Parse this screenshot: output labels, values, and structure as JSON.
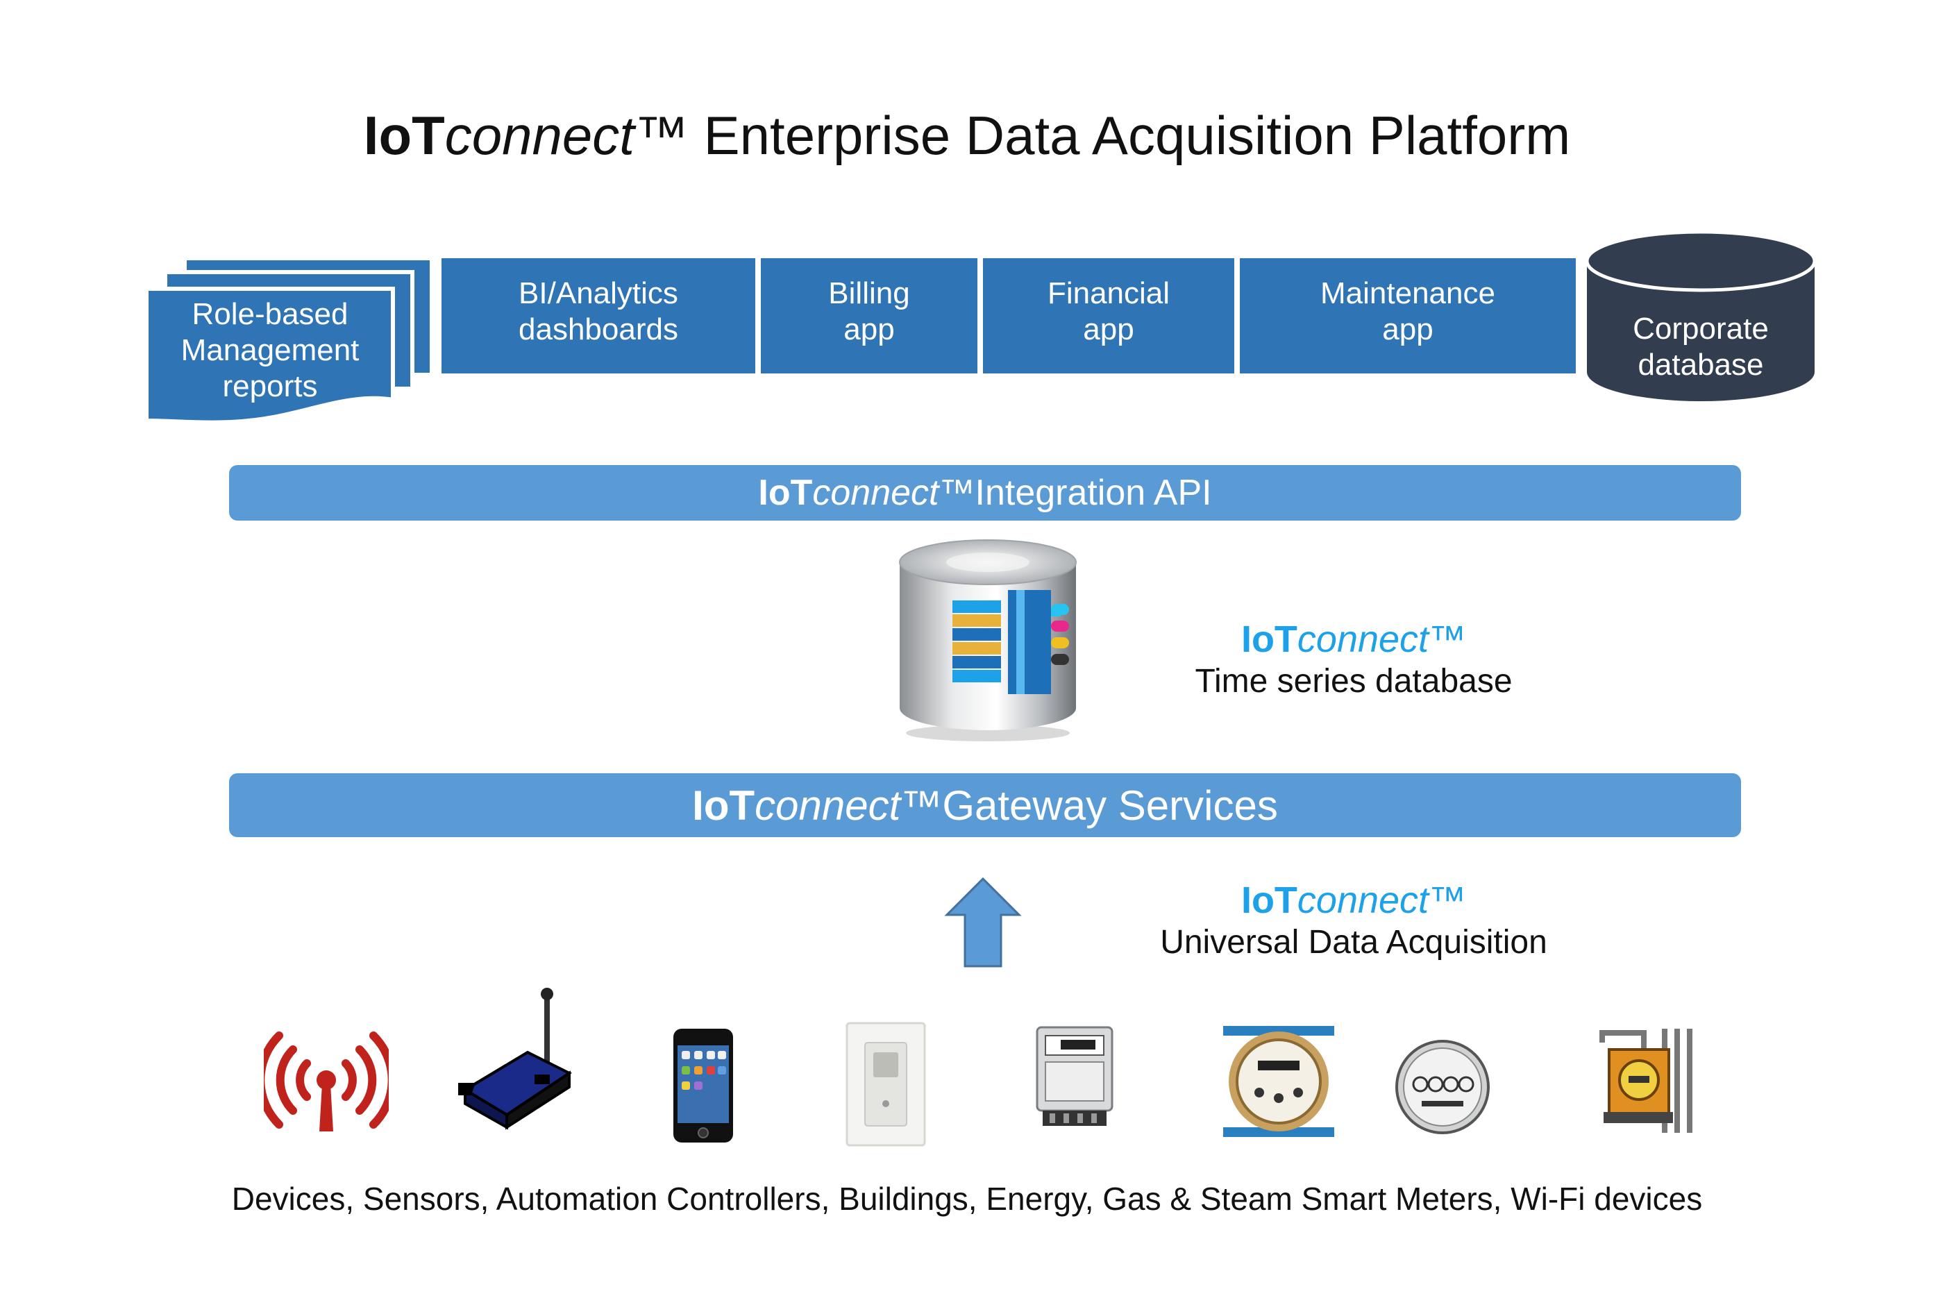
{
  "title": {
    "brand_bold": "IoT",
    "brand_italic": "connect",
    "brand_tm": "™",
    "rest": " Enterprise Data Acquisition Platform"
  },
  "apps": {
    "reports": {
      "line1": "Role-based",
      "line2": "Management",
      "line3": "reports"
    },
    "bi": {
      "line1": "BI/Analytics",
      "line2": "dashboards"
    },
    "billing": {
      "line1": "Billing",
      "line2": "app"
    },
    "financial": {
      "line1": "Financial",
      "line2": "app"
    },
    "maintenance": {
      "line1": "Maintenance",
      "line2": "app"
    },
    "corporate_db": {
      "line1": "Corporate",
      "line2": "database"
    }
  },
  "integration_api": {
    "brand_bold": "IoT",
    "brand_italic": "connect",
    "brand_tm": "™",
    "rest": " Integration API"
  },
  "time_series": {
    "brand_bold": "IoT",
    "brand_italic": "connect",
    "brand_tm": "™",
    "desc": "Time series database"
  },
  "gateway": {
    "brand_bold": "IoT",
    "brand_italic": "connect",
    "brand_tm": "™",
    "rest": " Gateway Services"
  },
  "acquisition": {
    "brand_bold": "IoT",
    "brand_italic": "connect",
    "brand_tm": "™",
    "desc": "Universal Data Acquisition"
  },
  "devices": {
    "icons": [
      "wireless-signal-icon",
      "sensor-transmitter-icon",
      "smartphone-icon",
      "light-switch-icon",
      "electric-meter-icon",
      "water-meter-icon",
      "analog-electric-meter-icon",
      "gas-meter-icon"
    ],
    "caption": "Devices, Sensors, Automation Controllers, Buildings, Energy, Gas & Steam Smart Meters, Wi-Fi devices"
  },
  "colors": {
    "app_box": "#2f75b5",
    "bar": "#5b9bd5",
    "corporate_db": "#323e4f",
    "brand_accent": "#1da1e8",
    "arrow": "#5b9bd5"
  }
}
